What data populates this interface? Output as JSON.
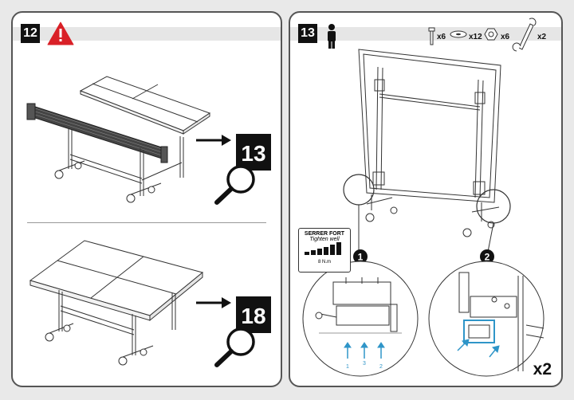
{
  "left_panel": {
    "step_number": "12",
    "ref_top": "13",
    "ref_bottom": "18"
  },
  "right_panel": {
    "step_number": "13",
    "hardware": [
      {
        "icon": "bolt-icon",
        "qty": "x6"
      },
      {
        "icon": "washer-icon",
        "qty": "x12"
      },
      {
        "icon": "nut-icon",
        "qty": "x6"
      },
      {
        "icon": "wrench-icon",
        "qty": "x2"
      }
    ],
    "torque_title": "SERRER FORT",
    "torque_subtitle": "Tighten well",
    "torque_value": "8 N.m",
    "callout_1": "1",
    "callout_2": "2",
    "arrow_labels": [
      "1",
      "3",
      "2"
    ],
    "multiplier": "x2"
  },
  "colors": {
    "accent_red": "#d92027",
    "highlight_blue": "#2f95c8"
  }
}
